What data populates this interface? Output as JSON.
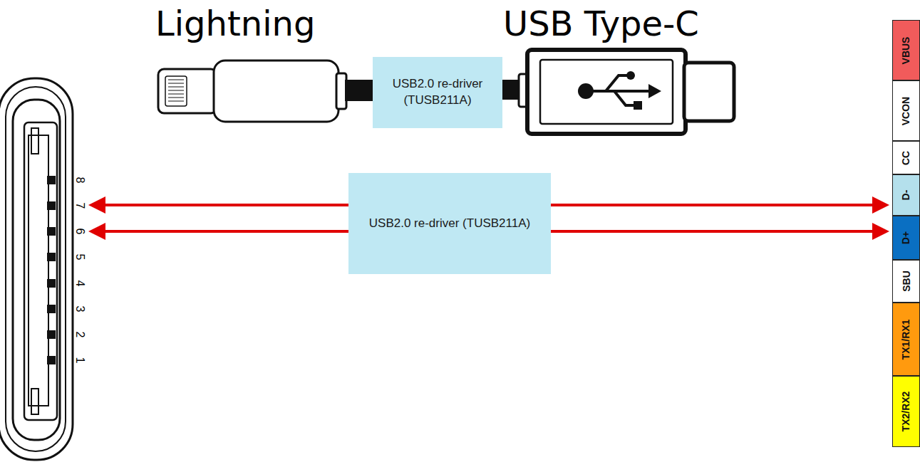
{
  "diagram": {
    "nodes": [
      {
        "text": [
          "USB2.0 re-driver (TUSB211A)"
        ]
      },
      {
        "text": [
          "USB2.0 re-driver (TUSB211A)"
        ]
      },
      {
        "text": [
          "VBUS"
        ]
      },
      {
        "text": [
          "VCON"
        ]
      },
      {
        "text": [
          "CC"
        ]
      },
      {
        "text": [
          "D-"
        ]
      },
      {
        "text": [
          "D+"
        ]
      },
      {
        "text": [
          "SBU"
        ]
      },
      {
        "text": [
          "TX1/RX1"
        ]
      },
      {
        "text": [
          "TX2/RX2"
        ]
      }
    ],
    "edges": [
      {
        "from": 1,
        "to": 5,
        "arrow": "to"
      },
      {
        "from": 1,
        "to": 6,
        "arrow": "to"
      }
    ],
    "labels": [
      "Lightning",
      "USB Type-C",
      "8",
      "7",
      "6",
      "5",
      "4",
      "3",
      "2",
      "1"
    ]
  }
}
